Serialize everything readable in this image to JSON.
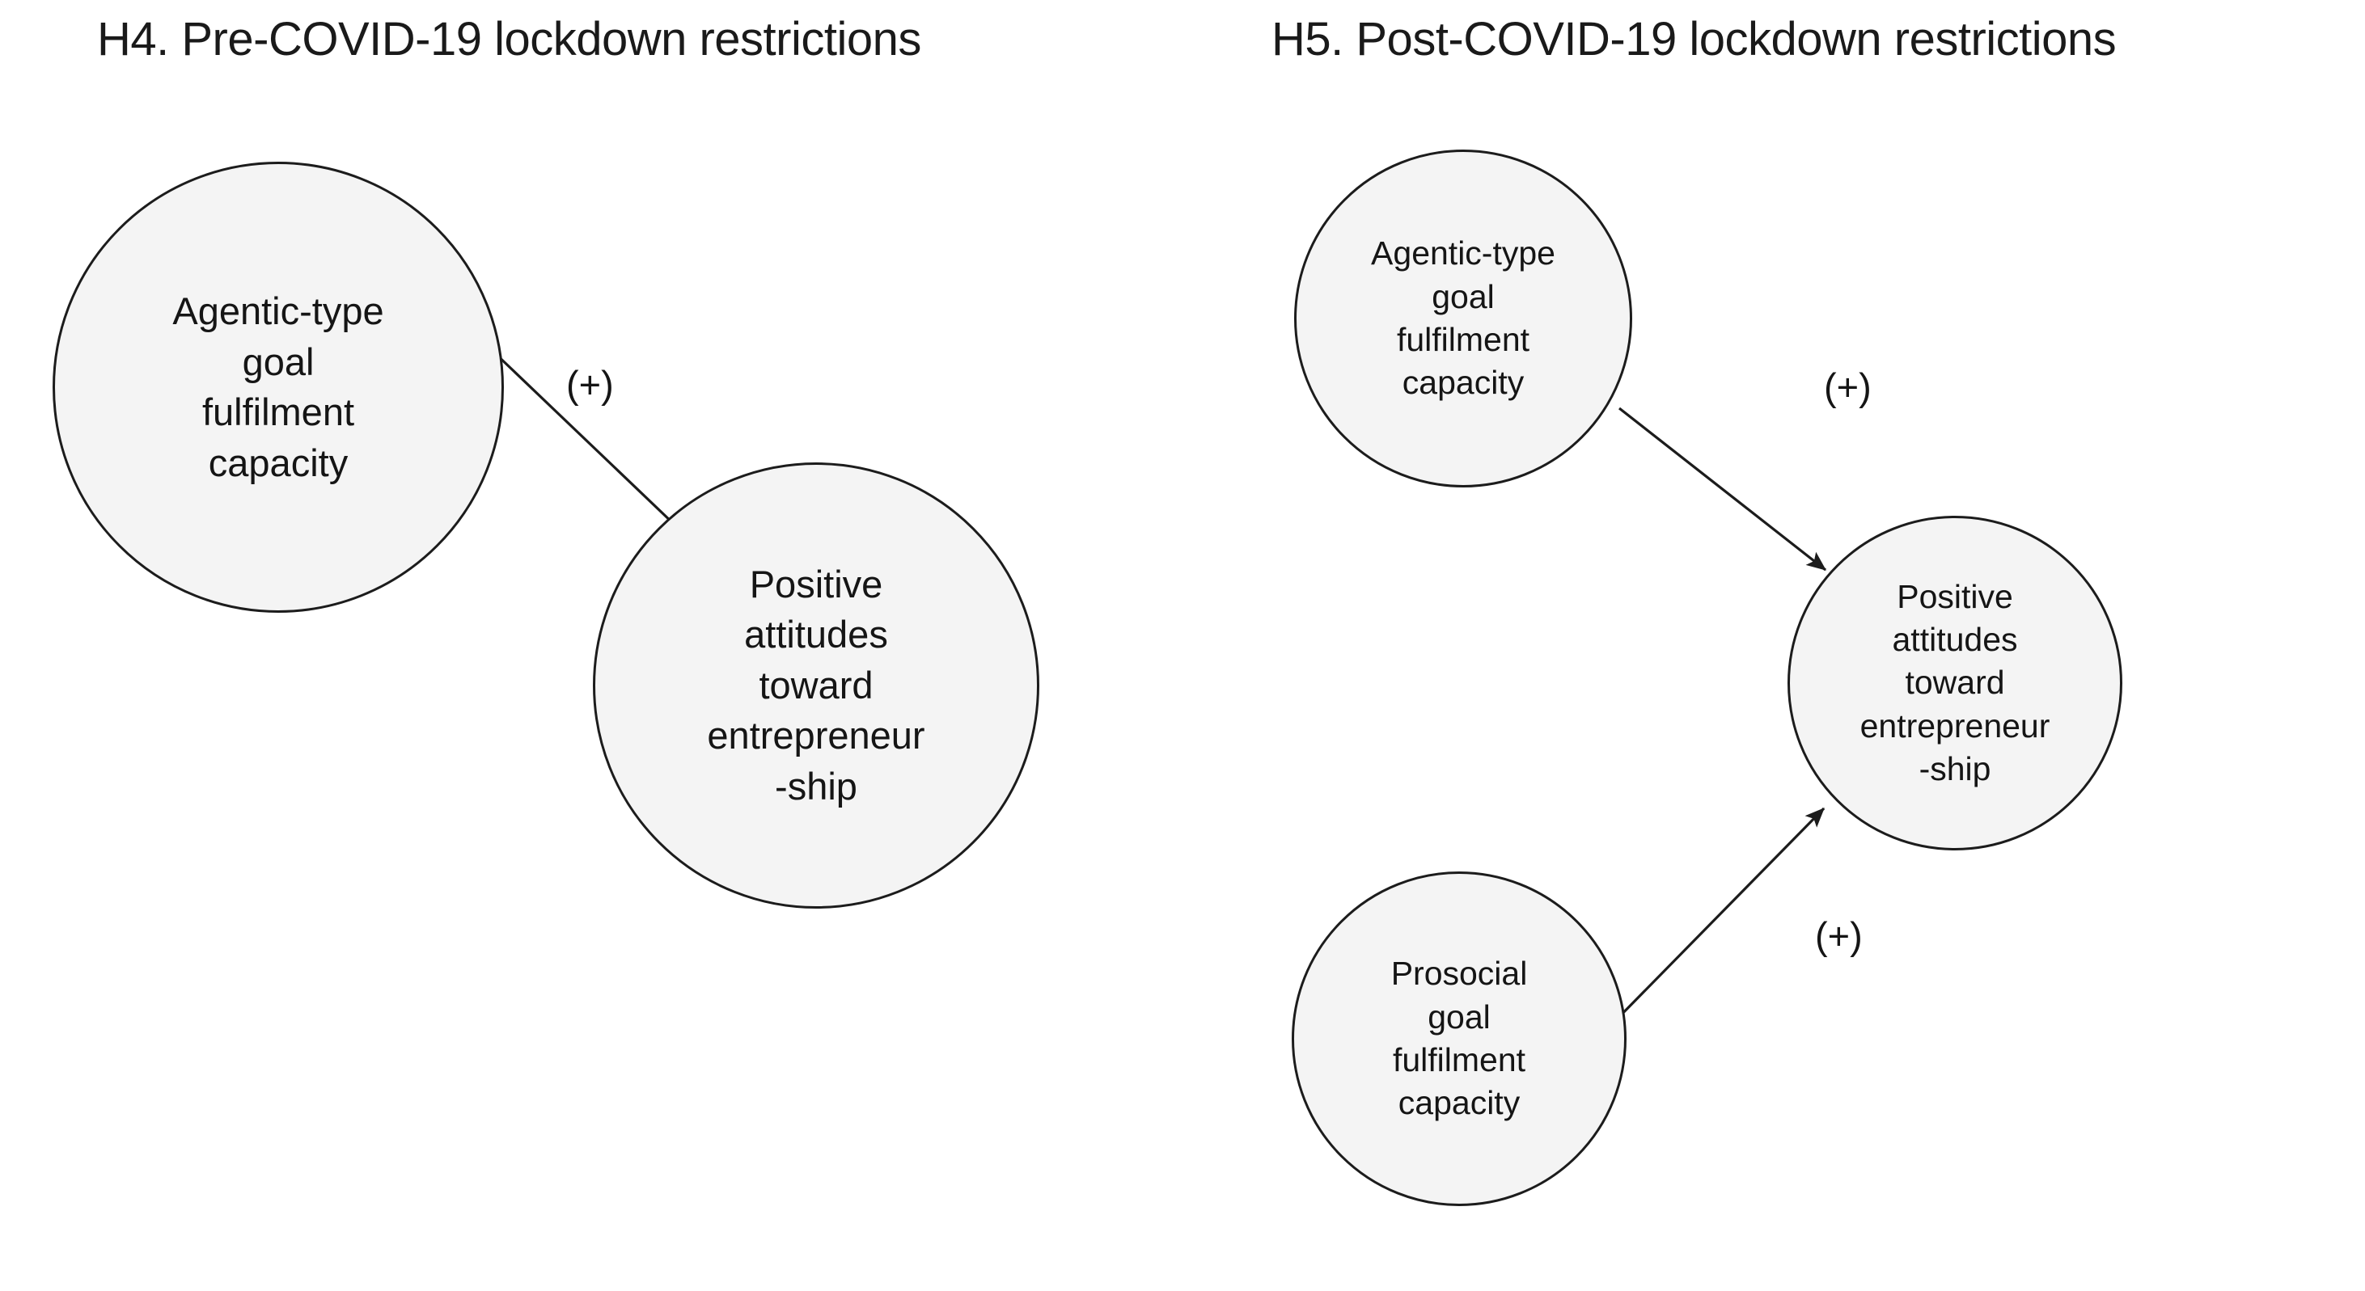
{
  "panels": [
    {
      "id": "h4",
      "title": "H4. Pre-COVID-19 lockdown restrictions",
      "nodes": [
        {
          "id": "agentic",
          "label": "Agentic-type\ngoal\nfulfilment\ncapacity"
        },
        {
          "id": "attitude",
          "label": "Positive\nattitudes\ntoward\nentrepreneur\n-ship"
        }
      ],
      "edges": [
        {
          "id": "agentic-to-attitude",
          "label": "(+)",
          "from": "agentic",
          "to": "attitude",
          "sign": "positive"
        }
      ]
    },
    {
      "id": "h5",
      "title": "H5. Post-COVID-19 lockdown restrictions",
      "nodes": [
        {
          "id": "agentic",
          "label": "Agentic-type\ngoal\nfulfilment\ncapacity"
        },
        {
          "id": "prosocial",
          "label": "Prosocial\ngoal\nfulfilment\ncapacity"
        },
        {
          "id": "attitude",
          "label": "Positive\nattitudes\ntoward\nentrepreneur\n-ship"
        }
      ],
      "edges": [
        {
          "id": "agentic-to-attitude",
          "label": "(+)",
          "from": "agentic",
          "to": "attitude",
          "sign": "positive"
        },
        {
          "id": "prosocial-to-attitude",
          "label": "(+)",
          "from": "prosocial",
          "to": "attitude",
          "sign": "positive"
        }
      ]
    }
  ],
  "style": {
    "node_fill": "#f4f4f4",
    "node_stroke": "#1c1c1c",
    "text_color": "#151515",
    "background": "#ffffff"
  }
}
